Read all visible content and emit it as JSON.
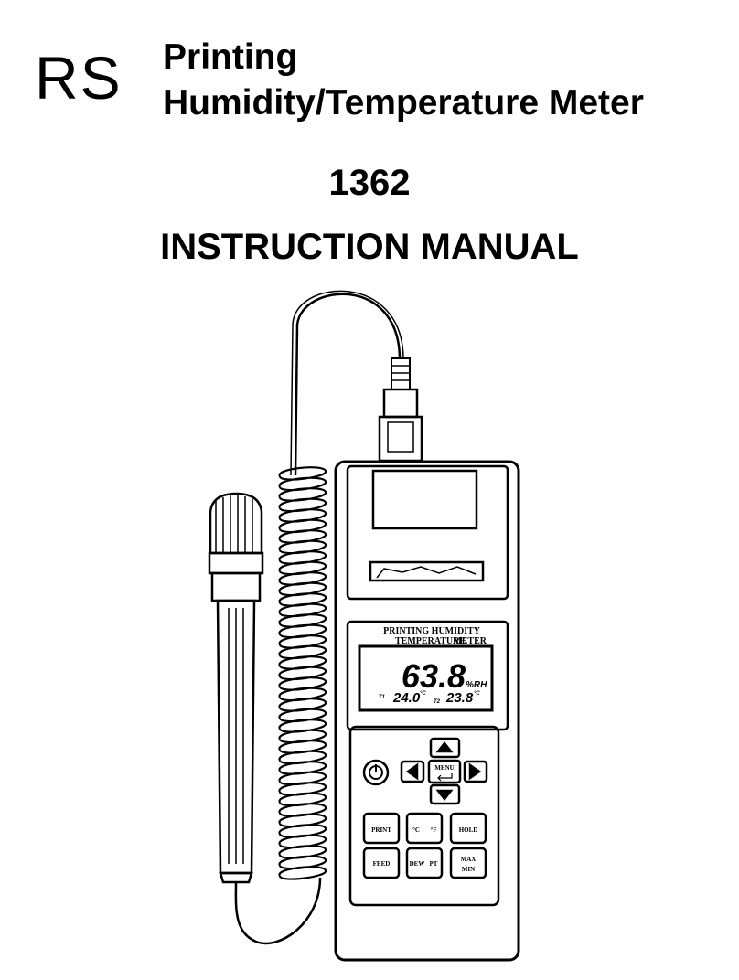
{
  "header": {
    "brand": "RS",
    "title_line1": "Printing",
    "title_line2": "Humidity/Temperature Meter",
    "model": "1362",
    "document_type": "INSTRUCTION MANUAL"
  },
  "device": {
    "label_line1": "PRINTING HUMIDITY",
    "label_line2_left": "TEMPERATURE",
    "label_line2_right": "METER",
    "display": {
      "main_value": "63.8",
      "main_unit": "%RH",
      "t1_label": "T1",
      "t1_value": "24.0",
      "t1_unit": "°C",
      "t2_label": "T2",
      "t2_value": "23.8",
      "t2_unit": "°C"
    },
    "keys": {
      "menu_top": "MENU",
      "print": "PRINT",
      "unit_c": "°C",
      "unit_f": "°F",
      "hold": "HOLD",
      "feed": "FEED",
      "dew": "DEW",
      "pt": "PT",
      "max": "MAX",
      "min": "MIN"
    }
  }
}
